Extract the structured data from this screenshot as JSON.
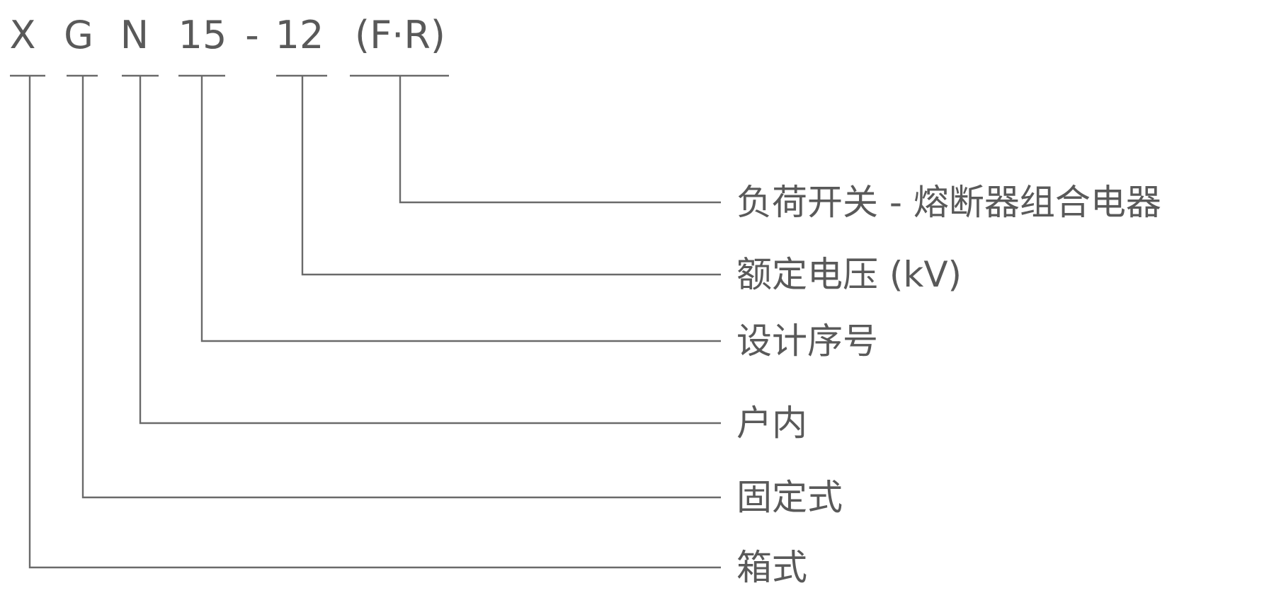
{
  "model_code": {
    "segments": [
      "X",
      "G",
      "N",
      "15",
      "-",
      "12",
      "(F·R)"
    ]
  },
  "descriptions": [
    "负荷开关 - 熔断器组合电器",
    "额定电压 (kV)",
    "设计序号",
    "户内",
    "固定式",
    "箱式"
  ]
}
